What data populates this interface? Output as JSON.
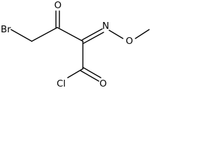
{
  "molecule": {
    "atoms": {
      "br": "Br",
      "o_ketone": "O",
      "n_oxime": "N",
      "o_oxime": "O",
      "cl": "Cl",
      "o_acyl": "O"
    },
    "colors": {
      "bond": "#000000",
      "label": "#000000",
      "background": "#ffffff"
    }
  }
}
